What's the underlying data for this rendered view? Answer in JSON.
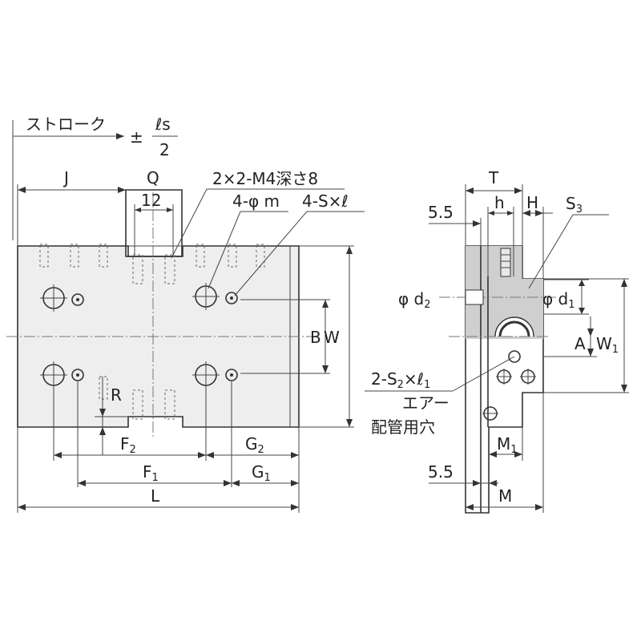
{
  "labels": {
    "stroke": "ストローク",
    "pm": "±",
    "ls": "ℓs",
    "two": "2",
    "J": "J",
    "Q": "Q",
    "twelve": "12",
    "m4_note": "2×2-M4深さ8",
    "phi_m": "4-φ m",
    "s_l": "4-S×ℓ",
    "B": "B",
    "W": "W",
    "R": "R",
    "F2": "F",
    "F2_sub": "2",
    "F1": "F",
    "F1_sub": "1",
    "G2": "G",
    "G2_sub": "2",
    "G1": "G",
    "G1_sub": "1",
    "L": "L",
    "T": "T",
    "h": "h",
    "H": "H",
    "five_five_top": "5.5",
    "S3": "S",
    "S3_sub": "3",
    "phi_d2": "φ d",
    "phi_d2_sub": "2",
    "phi_d1": "φ d",
    "phi_d1_sub": "1",
    "A": "A",
    "W1": "W",
    "W1_sub": "1",
    "s2_l1": "2-S",
    "s2_l1_sub": "2",
    "s2_l1_rest": "×ℓ",
    "s2_l1_sub2": "1",
    "air_1": "エアー",
    "air_2": "配管用穴",
    "M1": "M",
    "M1_sub": "1",
    "five_five_bottom": "5.5",
    "M": "M"
  }
}
